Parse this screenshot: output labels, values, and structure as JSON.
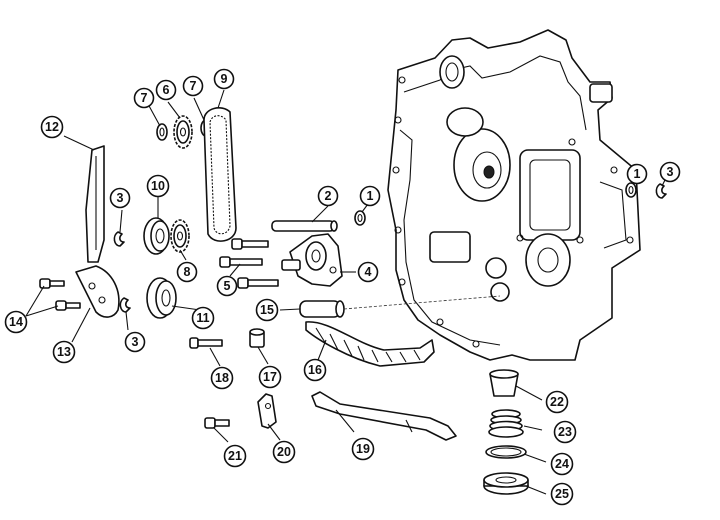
{
  "diagram": {
    "callouts": [
      {
        "id": "c1a",
        "label": "1"
      },
      {
        "id": "c1b",
        "label": "1"
      },
      {
        "id": "c2",
        "label": "2"
      },
      {
        "id": "c3a",
        "label": "3"
      },
      {
        "id": "c3b",
        "label": "3"
      },
      {
        "id": "c3c",
        "label": "3"
      },
      {
        "id": "c4",
        "label": "4"
      },
      {
        "id": "c5",
        "label": "5"
      },
      {
        "id": "c6",
        "label": "6"
      },
      {
        "id": "c7a",
        "label": "7"
      },
      {
        "id": "c7b",
        "label": "7"
      },
      {
        "id": "c8",
        "label": "8"
      },
      {
        "id": "c9",
        "label": "9"
      },
      {
        "id": "c10",
        "label": "10"
      },
      {
        "id": "c11",
        "label": "11"
      },
      {
        "id": "c12",
        "label": "12"
      },
      {
        "id": "c13",
        "label": "13"
      },
      {
        "id": "c14",
        "label": "14"
      },
      {
        "id": "c15",
        "label": "15"
      },
      {
        "id": "c16",
        "label": "16"
      },
      {
        "id": "c17",
        "label": "17"
      },
      {
        "id": "c18",
        "label": "18"
      },
      {
        "id": "c19",
        "label": "19"
      },
      {
        "id": "c20",
        "label": "20"
      },
      {
        "id": "c21",
        "label": "21"
      },
      {
        "id": "c22",
        "label": "22"
      },
      {
        "id": "c23",
        "label": "23"
      },
      {
        "id": "c24",
        "label": "24"
      },
      {
        "id": "c25",
        "label": "25"
      }
    ]
  }
}
